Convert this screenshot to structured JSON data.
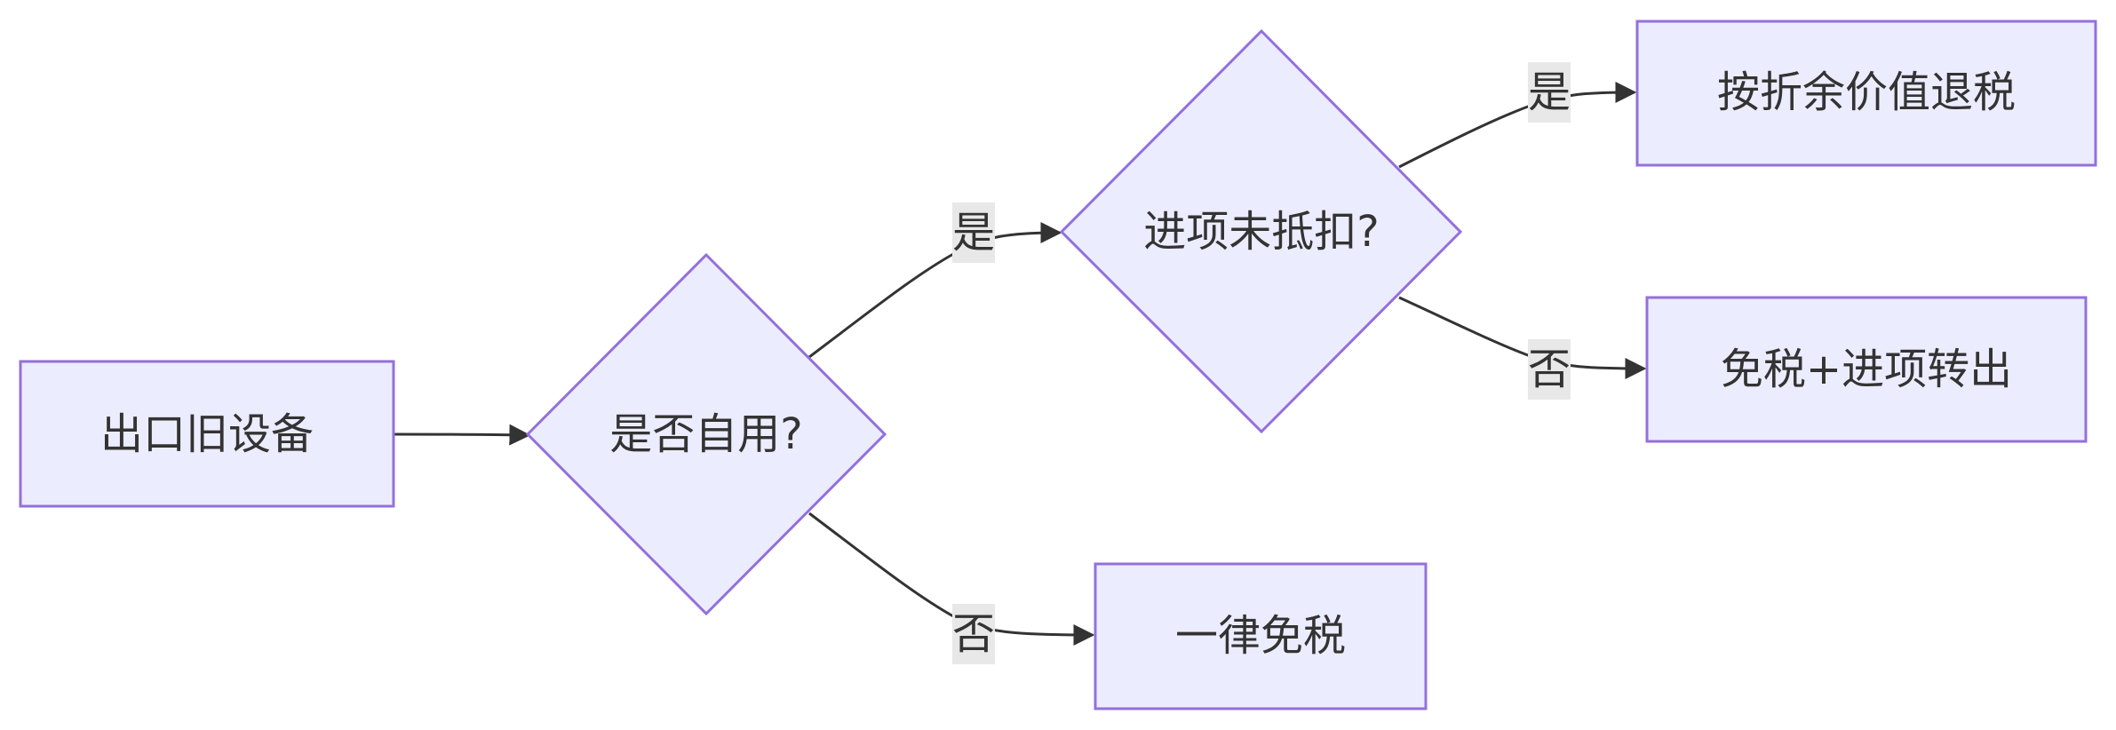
{
  "diagram": {
    "type": "flowchart",
    "direction": "LR",
    "colors": {
      "node_fill": "#ECECFF",
      "node_stroke": "#9370DB",
      "edge": "#333333",
      "edge_label_bg": "#E8E8E8",
      "text": "#333333"
    },
    "nodes": {
      "start": {
        "label": "出口旧设备",
        "shape": "rect"
      },
      "self_use": {
        "label": "是否自用?",
        "shape": "diamond"
      },
      "input_tax": {
        "label": "进项未抵扣?",
        "shape": "diamond"
      },
      "refund": {
        "label": "按折余价值退税",
        "shape": "rect"
      },
      "exempt_transfer": {
        "label": "免税+进项转出",
        "shape": "rect"
      },
      "exempt_all": {
        "label": "一律免税",
        "shape": "rect"
      }
    },
    "edges": [
      {
        "from": "start",
        "to": "self_use",
        "label": ""
      },
      {
        "from": "self_use",
        "to": "input_tax",
        "label": "是"
      },
      {
        "from": "self_use",
        "to": "exempt_all",
        "label": "否"
      },
      {
        "from": "input_tax",
        "to": "refund",
        "label": "是"
      },
      {
        "from": "input_tax",
        "to": "exempt_transfer",
        "label": "否"
      }
    ]
  }
}
